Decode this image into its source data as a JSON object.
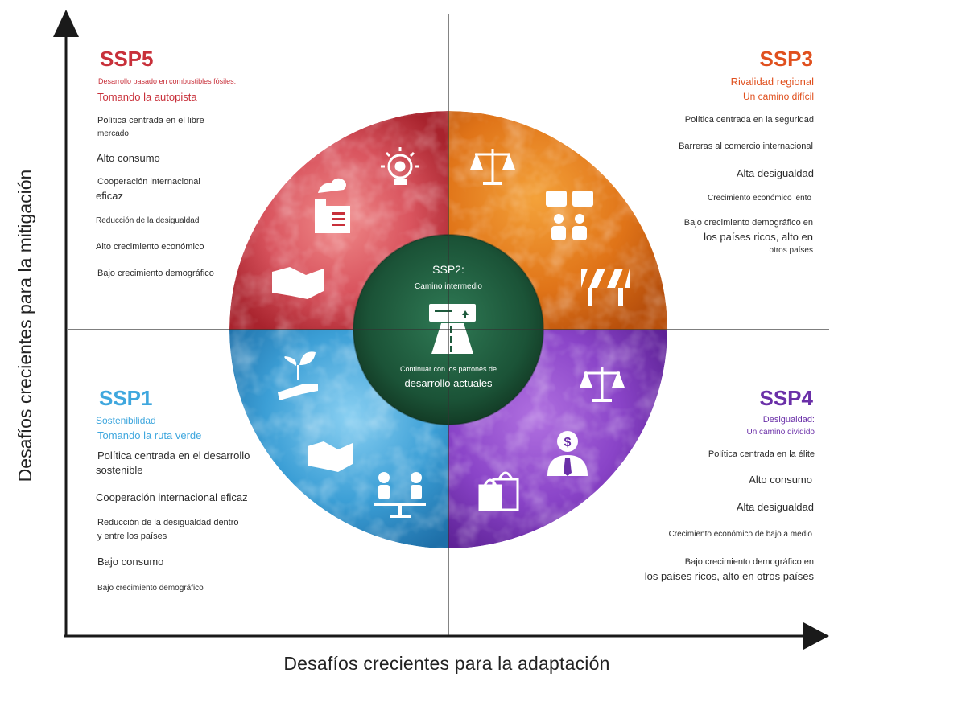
{
  "axes": {
    "x_label": "Desafíos crecientes para la adaptación",
    "y_label": "Desafíos crecientes para la mitigación"
  },
  "ssp5": {
    "code": "SSP5",
    "subtitle_small": "Desarrollo basado en combustibles fósiles:",
    "subtitle": "Tomando la autopista",
    "items": [
      "Política centrada en el libre",
      "mercado",
      "Alto consumo",
      "Cooperación internacional",
      "eficaz",
      "Reducción de la desigualdad",
      "Alto crecimiento económico",
      "Bajo crecimiento demográfico"
    ],
    "color": "#c8303a"
  },
  "ssp3": {
    "code": "SSP3",
    "subtitle": "Rivalidad regional",
    "subtitle2": "Un camino difícil",
    "items": [
      "Política centrada en la seguridad",
      "Barreras al comercio internacional",
      "Alta desigualdad",
      "Crecimiento económico lento",
      "Bajo crecimiento demográfico en",
      "los países ricos, alto en",
      "otros países"
    ],
    "color": "#e0501e"
  },
  "ssp1": {
    "code": "SSP1",
    "subtitle": "Sostenibilidad",
    "subtitle2": "Tomando la ruta verde",
    "items": [
      "Política centrada en el desarrollo",
      "sostenible",
      "Cooperación internacional eficaz",
      "Reducción de la desigualdad dentro",
      "y entre los países",
      "Bajo consumo",
      "Bajo crecimiento demográfico"
    ],
    "color": "#3fa7de"
  },
  "ssp4": {
    "code": "SSP4",
    "subtitle": "Desigualdad:",
    "subtitle2": "Un camino dividido",
    "items": [
      "Política centrada en la élite",
      "Alto consumo",
      "Alta desigualdad",
      "Crecimiento económico de bajo a medio",
      "Bajo crecimiento demográfico en",
      "los países ricos, alto en otros países"
    ],
    "color": "#6a2fa8"
  },
  "ssp2": {
    "code": "SSP2:",
    "subtitle": "Camino intermedio",
    "text1": "Continuar con los patrones de",
    "text2": "desarrollo actuales",
    "color": "#1d5a3c"
  },
  "icons": {
    "ssp5": [
      "lightbulb-gear-icon",
      "factory-icon",
      "handshake-icon"
    ],
    "ssp3": [
      "scales-icon",
      "voting-people-icon",
      "roadblock-icon"
    ],
    "ssp1": [
      "plant-in-hand-icon",
      "handshake-icon",
      "equality-scale-people-icon"
    ],
    "ssp4": [
      "scales-icon",
      "businessman-dollar-icon",
      "shopping-bags-icon"
    ],
    "ssp2": [
      "road-sign-icon"
    ]
  }
}
